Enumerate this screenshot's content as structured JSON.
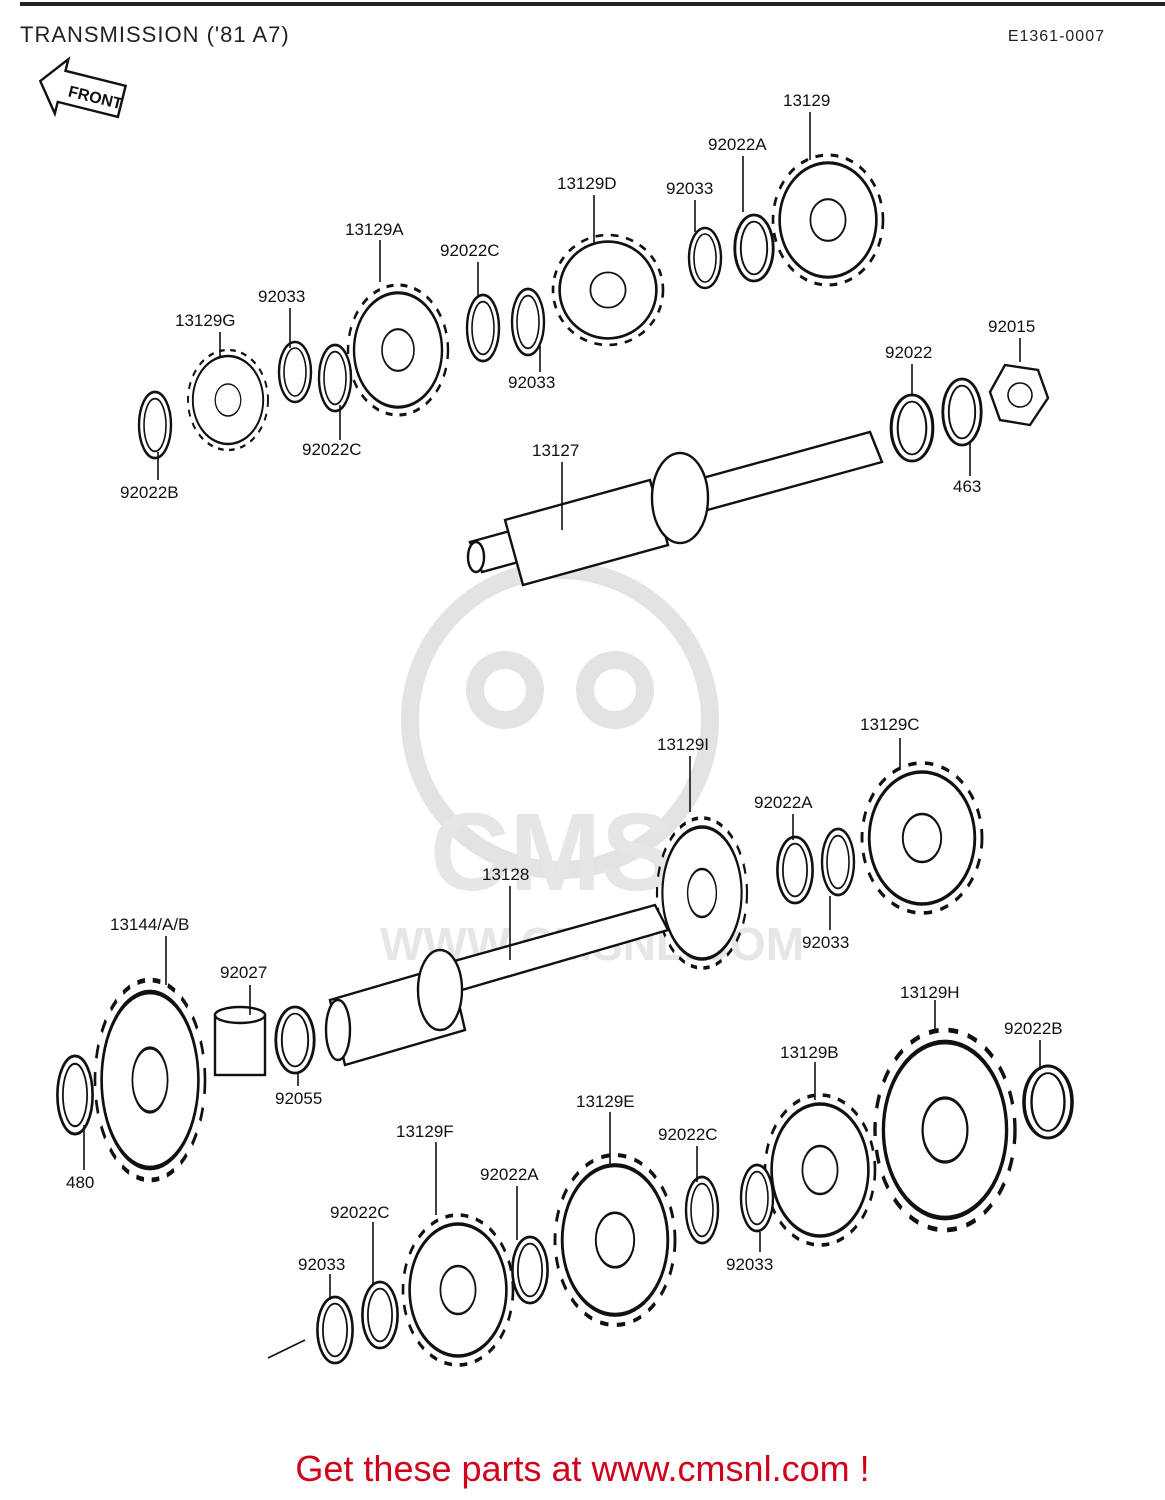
{
  "header": {
    "title": "TRANSMISSION ('81 A7)",
    "diagram_code": "E1361-0007"
  },
  "front_arrow": {
    "label": "FRONT"
  },
  "watermark": {
    "text": "CMS",
    "url": "WWW.CMSNL.COM"
  },
  "footer": {
    "cta": "Get these parts at www.cmsnl.com !"
  },
  "parts": {
    "p13129_top": "13129",
    "p92022A_top": "92022A",
    "p92033_top1": "92033",
    "p13129D": "13129D",
    "p13129A": "13129A",
    "p92022C_top1": "92022C",
    "p92033_top2": "92033",
    "p13129G": "13129G",
    "p92022C_top2": "92022C",
    "p92033_top3": "92033",
    "p92022B_top": "92022B",
    "p13127": "13127",
    "p92022_top": "92022",
    "p92015": "92015",
    "p463": "463",
    "p13129I": "13129I",
    "p13129C": "13129C",
    "p92022A_mid": "92022A",
    "p92033_mid": "92033",
    "p13128": "13128",
    "p13144": "13144/A/B",
    "p92027": "92027",
    "p92055": "92055",
    "p480": "480",
    "p13129H": "13129H",
    "p92022B_bot": "92022B",
    "p13129B": "13129B",
    "p13129E": "13129E",
    "p92022C_bot1": "92022C",
    "p92033_bot1": "92033",
    "p13129F": "13129F",
    "p92022A_bot": "92022A",
    "p92022C_bot2": "92022C",
    "p92033_bot2": "92033"
  }
}
